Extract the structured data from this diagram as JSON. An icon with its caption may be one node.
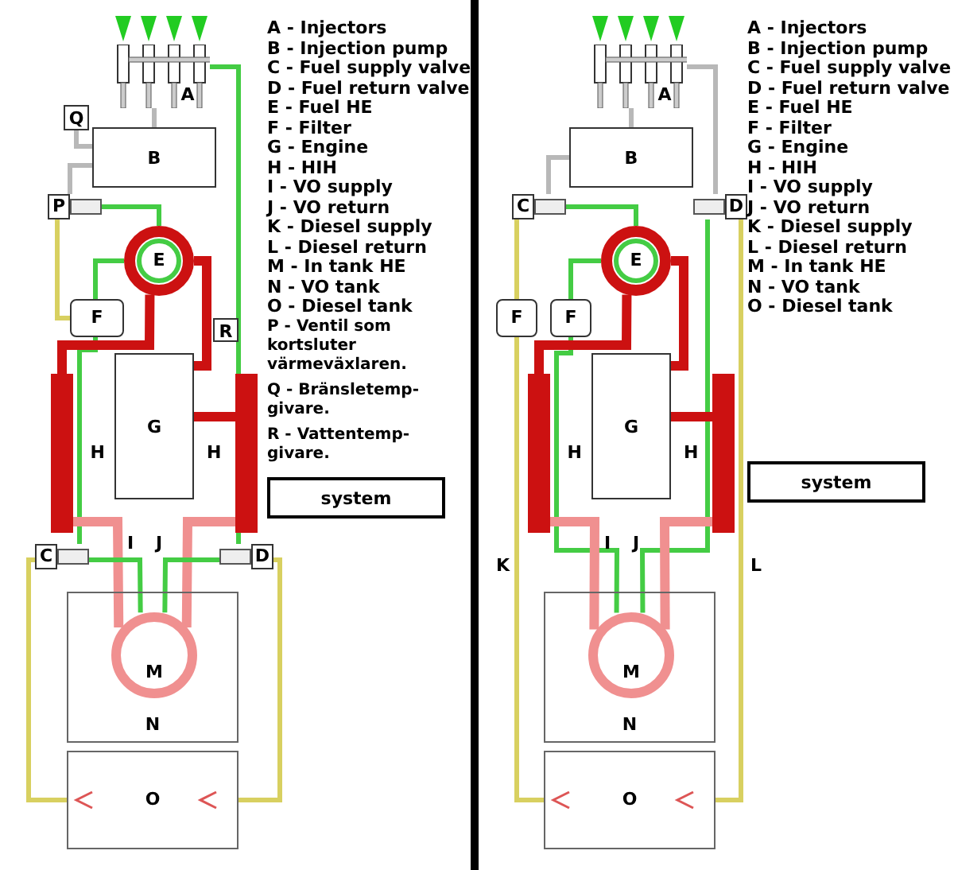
{
  "diagram": {
    "nodes": [
      {
        "text": [
          "A"
        ]
      },
      {
        "text": [
          "Q"
        ]
      },
      {
        "text": [
          "B"
        ]
      },
      {
        "text": [
          "P"
        ]
      },
      {
        "text": [
          "E"
        ]
      },
      {
        "text": [
          "F"
        ]
      },
      {
        "text": [
          "R"
        ]
      },
      {
        "text": [
          "G"
        ]
      },
      {
        "text": [
          "H"
        ]
      },
      {
        "text": [
          "H"
        ]
      },
      {
        "text": [
          "system"
        ]
      },
      {
        "text": [
          "C"
        ]
      },
      {
        "text": [
          "D"
        ]
      },
      {
        "text": [
          "N"
        ]
      },
      {
        "text": [
          "M"
        ],
        "in": 13
      },
      {
        "text": [
          "O"
        ]
      },
      {
        "text": [
          "A"
        ]
      },
      {
        "text": [
          "B"
        ]
      },
      {
        "text": [
          "C"
        ]
      },
      {
        "text": [
          "D"
        ]
      },
      {
        "text": [
          "E"
        ]
      },
      {
        "text": [
          "F"
        ]
      },
      {
        "text": [
          "F"
        ]
      },
      {
        "text": [
          "G"
        ]
      },
      {
        "text": [
          "H"
        ]
      },
      {
        "text": [
          "H"
        ]
      },
      {
        "text": [
          "system"
        ]
      },
      {
        "text": [
          "N"
        ]
      },
      {
        "text": [
          "M"
        ],
        "in": 27
      },
      {
        "text": [
          "O"
        ]
      }
    ],
    "edges": [
      {
        "from": 2,
        "to": 0,
        "arrow": "none",
        "color": "#b8b8b8"
      },
      {
        "from": 0,
        "to": 12,
        "arrow": "none",
        "color": "#44cc44"
      },
      {
        "from": 1,
        "to": 2,
        "arrow": "none",
        "color": "#b8b8b8"
      },
      {
        "from": 2,
        "to": 3,
        "arrow": "none",
        "color": "#b8b8b8"
      },
      {
        "from": 3,
        "to": 4,
        "arrow": "none",
        "color": "#44cc44"
      },
      {
        "from": 3,
        "to": 5,
        "arrow": "none",
        "color": "#d8d060"
      },
      {
        "from": 4,
        "to": 5,
        "arrow": "none",
        "color": "#44cc44"
      },
      {
        "from": 5,
        "to": 11,
        "arrow": "none",
        "color": "#44cc44"
      },
      {
        "from": 4,
        "to": 7,
        "arrow": "none",
        "style": "thick",
        "color": "#cc1111"
      },
      {
        "from": 4,
        "to": 8,
        "arrow": "none",
        "style": "thick",
        "color": "#cc1111"
      },
      {
        "from": 7,
        "to": 9,
        "arrow": "none",
        "style": "thick",
        "color": "#cc1111"
      },
      {
        "from": 8,
        "to": 14,
        "arrow": "none",
        "style": "thick",
        "color": "#f09090"
      },
      {
        "from": 9,
        "to": 14,
        "arrow": "none",
        "style": "thick",
        "color": "#f09090"
      },
      {
        "from": 11,
        "to": 14,
        "arrow": "none",
        "color": "#44cc44"
      },
      {
        "from": 12,
        "to": 14,
        "arrow": "none",
        "color": "#44cc44"
      },
      {
        "from": 15,
        "to": 11,
        "arrow": "none",
        "color": "#d8d060"
      },
      {
        "from": 12,
        "to": 15,
        "arrow": "none",
        "color": "#d8d060"
      },
      {
        "from": 17,
        "to": 16,
        "arrow": "none",
        "color": "#b8b8b8"
      },
      {
        "from": 16,
        "to": 19,
        "arrow": "none",
        "color": "#b8b8b8"
      },
      {
        "from": 17,
        "to": 18,
        "arrow": "none",
        "color": "#b8b8b8"
      },
      {
        "from": 18,
        "to": 20,
        "arrow": "none",
        "color": "#44cc44"
      },
      {
        "from": 20,
        "to": 22,
        "arrow": "none",
        "color": "#44cc44"
      },
      {
        "from": 22,
        "to": 28,
        "arrow": "none",
        "color": "#44cc44"
      },
      {
        "from": 18,
        "to": 21,
        "arrow": "none",
        "color": "#d8d060"
      },
      {
        "from": 21,
        "to": 29,
        "arrow": "none",
        "color": "#d8d060"
      },
      {
        "from": 19,
        "to": 28,
        "arrow": "none",
        "color": "#44cc44"
      },
      {
        "from": 19,
        "to": 29,
        "arrow": "none",
        "color": "#d8d060"
      },
      {
        "from": 20,
        "to": 23,
        "arrow": "none",
        "style": "thick",
        "color": "#cc1111"
      },
      {
        "from": 20,
        "to": 24,
        "arrow": "none",
        "style": "thick",
        "color": "#cc1111"
      },
      {
        "from": 23,
        "to": 25,
        "arrow": "none",
        "style": "thick",
        "color": "#cc1111"
      },
      {
        "from": 24,
        "to": 28,
        "arrow": "none",
        "style": "thick",
        "color": "#f09090"
      },
      {
        "from": 25,
        "to": 28,
        "arrow": "none",
        "style": "thick",
        "color": "#f09090"
      }
    ],
    "labels": [
      "A - Injectors",
      "B - Injection pump",
      "C - Fuel supply valve",
      "D - Fuel return valve",
      "E - Fuel HE",
      "F - Filter",
      "G - Engine",
      "H - HIH",
      "I - VO supply",
      "J - VO return",
      "K - Diesel supply",
      "L - Diesel return",
      "M - In tank HE",
      "N - VO tank",
      "O - Diesel tank",
      "P - Ventil som kortsluter värmeväxlaren.",
      "Q - Bränsletemp-givare.",
      "R - Vattentemp-givare.",
      "I",
      "J",
      "A - Injectors",
      "B - Injection pump",
      "C - Fuel supply valve",
      "D - Fuel return valve",
      "E - Fuel HE",
      "F - Filter",
      "G - Engine",
      "H - HIH",
      "I - VO supply",
      "J - VO return",
      "K - Diesel supply",
      "L - Diesel return",
      "M - In tank HE",
      "N - VO tank",
      "O - Diesel tank",
      "I",
      "J",
      "K",
      "L"
    ]
  }
}
